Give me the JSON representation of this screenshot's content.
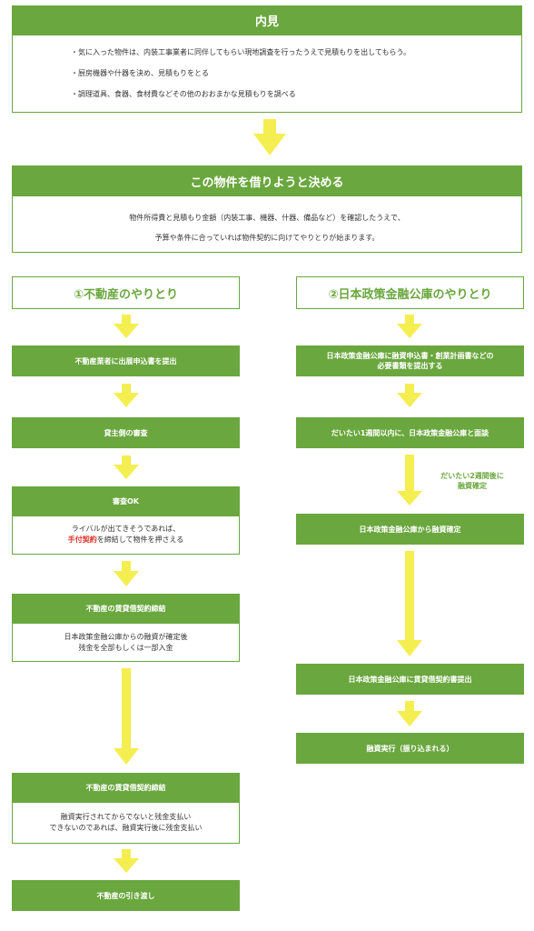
{
  "colors": {
    "green": "#6aa73e",
    "arrow": "#f4ee50",
    "accent_red": "#e0322b"
  },
  "inspection": {
    "title": "内見",
    "items": [
      "気に入った物件は、内装工事業者に同伴してもらい現地調査を行ったうえで見積もりを出してもらう。",
      "厨房機器や什器を決め、見積もりをとる",
      "調理道具、食器、食材費などその他のおおまかな見積もりを調べる"
    ]
  },
  "decide": {
    "title": "この物件を借りようと決める",
    "line1": "物件所得費と見積もり金額（内装工事、機器、什器、備品など）を確認したうえで、",
    "line2": "予算や条件に合っていれば物件契約に向けてやりとりが始まります。"
  },
  "left": {
    "heading": "①不動産のやりとり",
    "step1": "不動産業者に出展申込書を提出",
    "step2": "貸主側の審査",
    "step3_title": "審査OK",
    "step3_line1": "ライバルが出てきそうであれば、",
    "step3_red": "手付契約",
    "step3_line2_rest": "を締結して物件を押さえる",
    "step4_title": "不動産の賃貸借契約締結",
    "step4_line1": "日本政策金融公庫からの融資が確定後",
    "step4_line2": "残金を全部もしくは一部入金",
    "step5_title": "不動産の賃貸借契約締結",
    "step5_line1": "融資実行されてからでないと残金支払い",
    "step5_line2": "できないのであれば、融資実行後に残金支払い",
    "step6": "不動産の引き渡し"
  },
  "right": {
    "heading": "②日本政策金融公庫のやりとり",
    "step1_line1": "日本政策金融公庫に融資申込書・創業計画書などの",
    "step1_line2": "必要書類を提出する",
    "step2": "だいたい1週間以内に、日本政策金融公庫と面談",
    "note_line1": "だいたい2週間後に",
    "note_line2": "融資確定",
    "step3": "日本政策金融公庫から融資確定",
    "step4": "日本政策金融公庫に賃貸借契約書提出",
    "step5": "融資実行（振り込まれる）"
  }
}
